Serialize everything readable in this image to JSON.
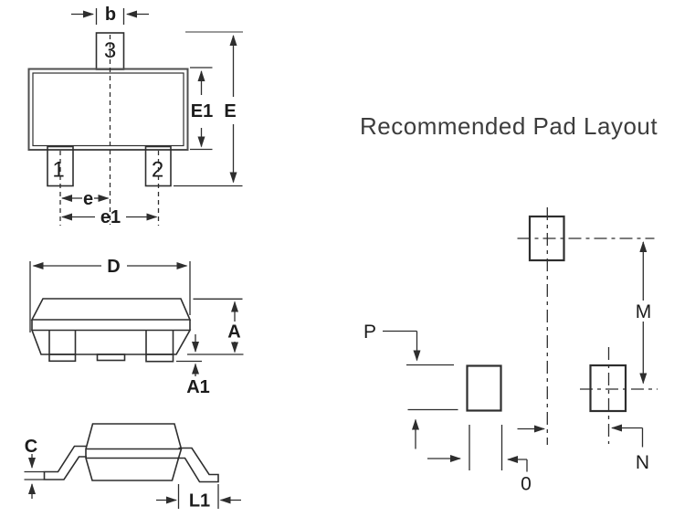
{
  "colors": {
    "line": "#2e2e2e",
    "line_gray": "#9a9a9a",
    "body_border": "#4f4f4f",
    "label_text": "#1c1c1c",
    "title_text": "#3d3d3d",
    "background": "#ffffff"
  },
  "pad_layout": {
    "title": "Recommended Pad Layout",
    "dims": {
      "p": "P",
      "m": "M",
      "n": "N",
      "o": "0"
    }
  },
  "top_view": {
    "pins": {
      "pin1": "1",
      "pin2": "2",
      "pin3": "3"
    },
    "dims": {
      "b": "b",
      "e": "e",
      "e1": "e1",
      "E1": "E1",
      "E": "E"
    }
  },
  "side_view": {
    "dims": {
      "D": "D",
      "A": "A",
      "A1": "A1"
    }
  },
  "end_view": {
    "dims": {
      "C": "C",
      "L1": "L1"
    }
  }
}
